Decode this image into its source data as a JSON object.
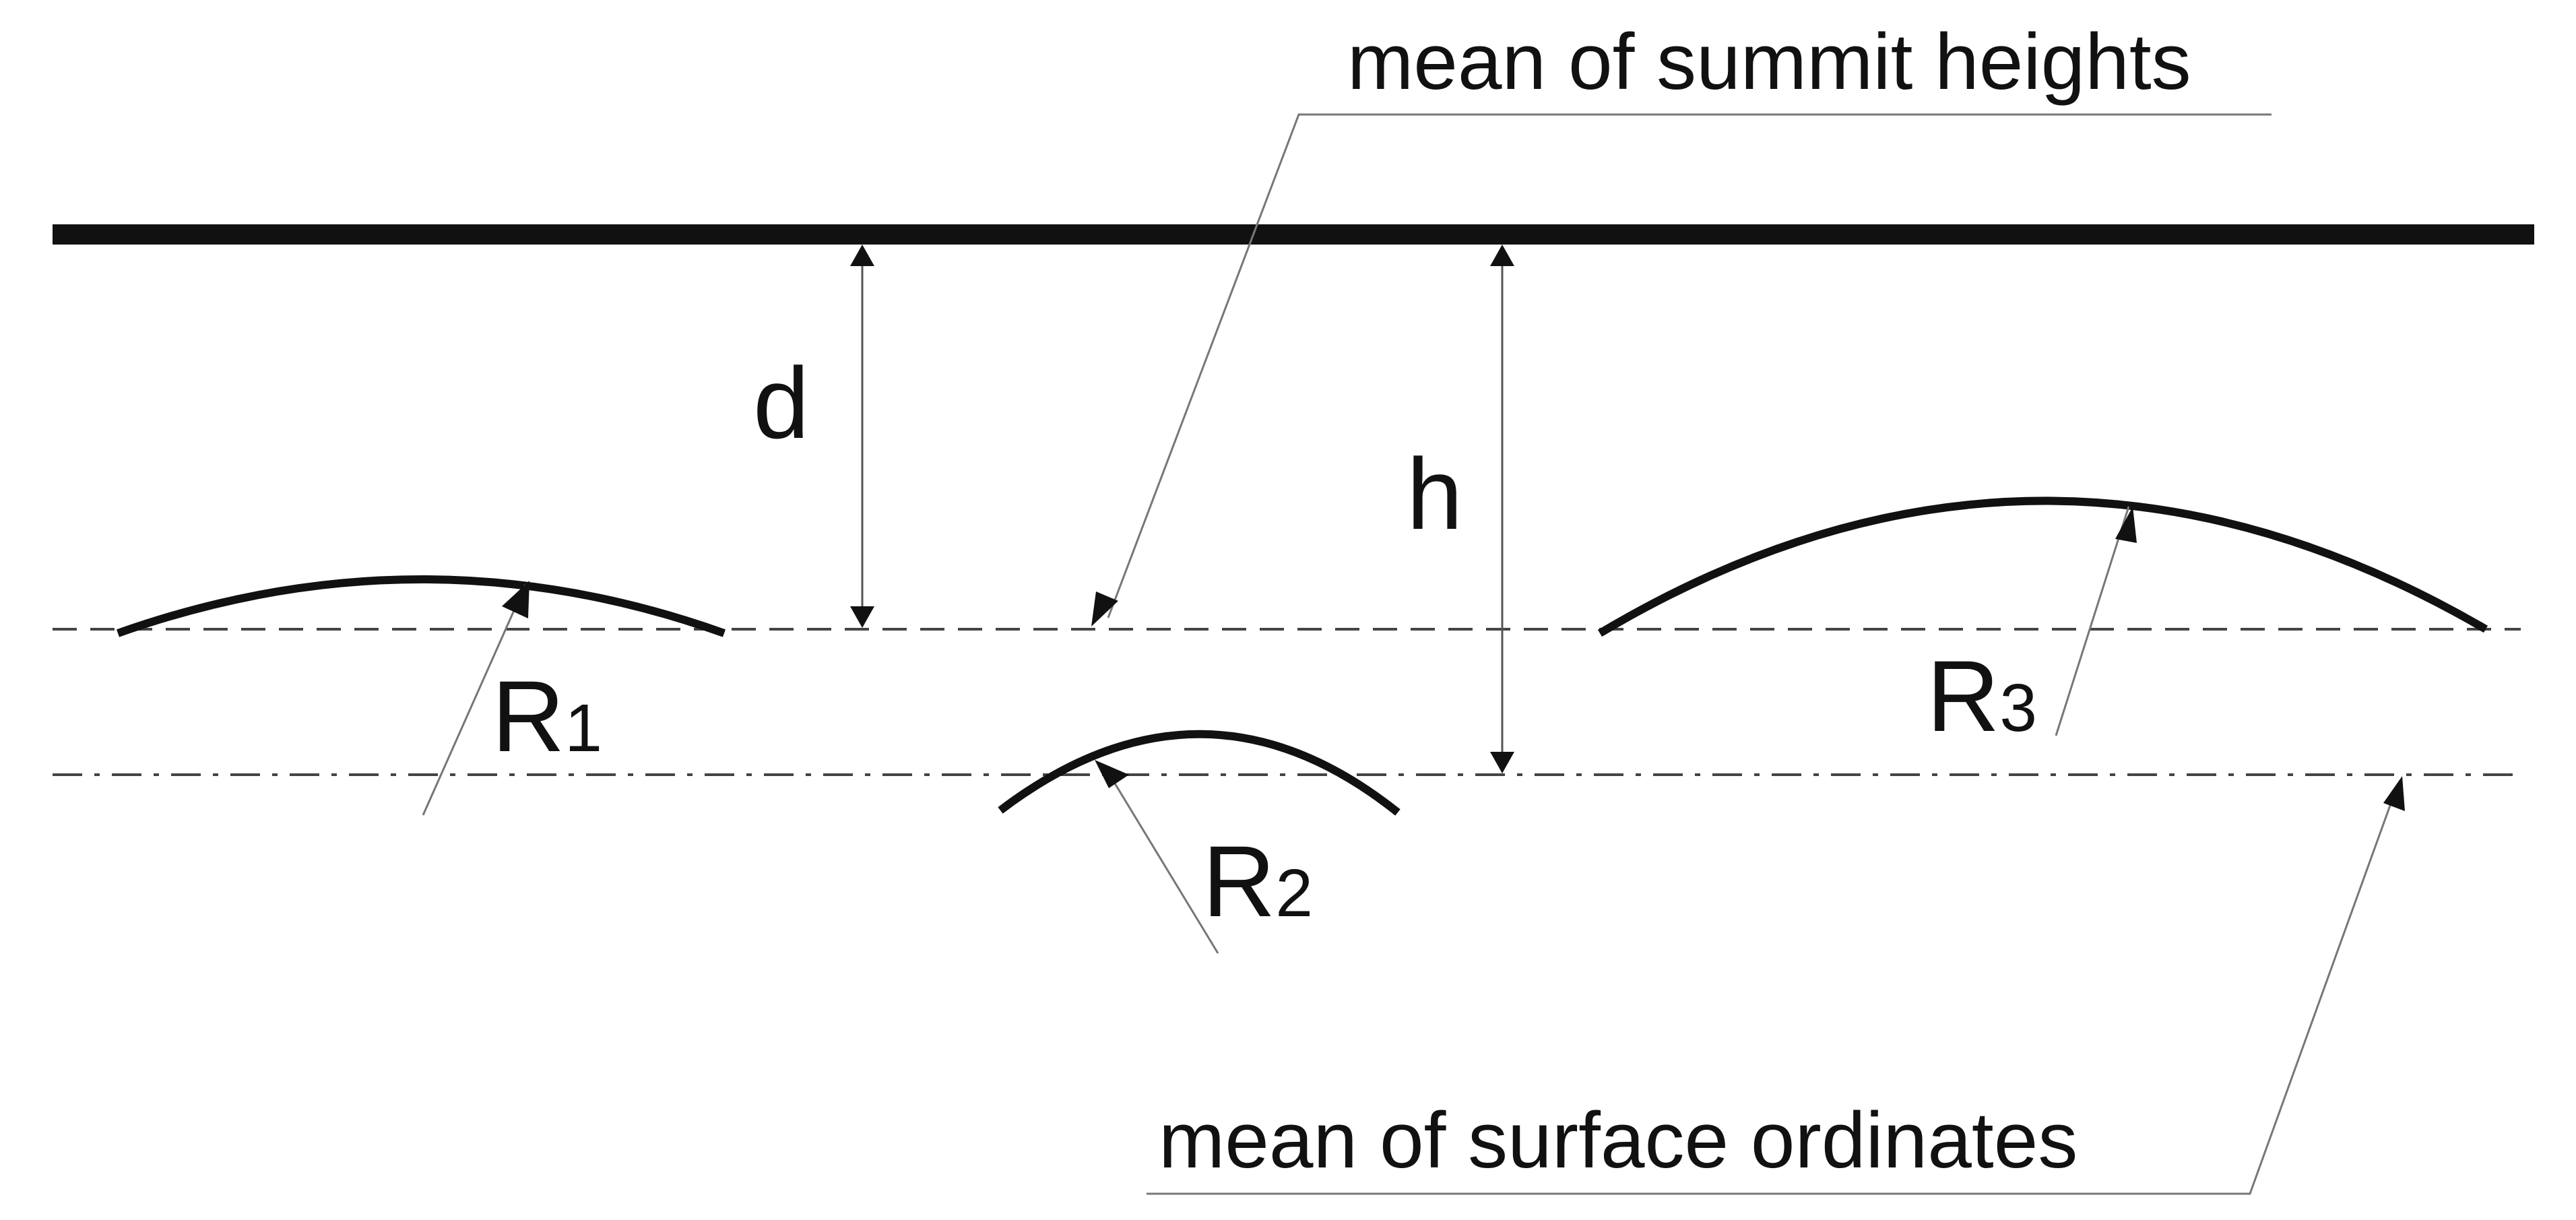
{
  "labels": {
    "summit_mean": "mean of summit heights",
    "surface_mean": "mean of surface ordinates",
    "d": "d",
    "h": "h",
    "r1_main": "R",
    "r1_sub": "1",
    "r2_main": "R",
    "r2_sub": "2",
    "r3_main": "R",
    "r3_sub": "3"
  },
  "colors": {
    "ink": "#111111",
    "thin_line": "#777777",
    "background": "#ffffff"
  }
}
